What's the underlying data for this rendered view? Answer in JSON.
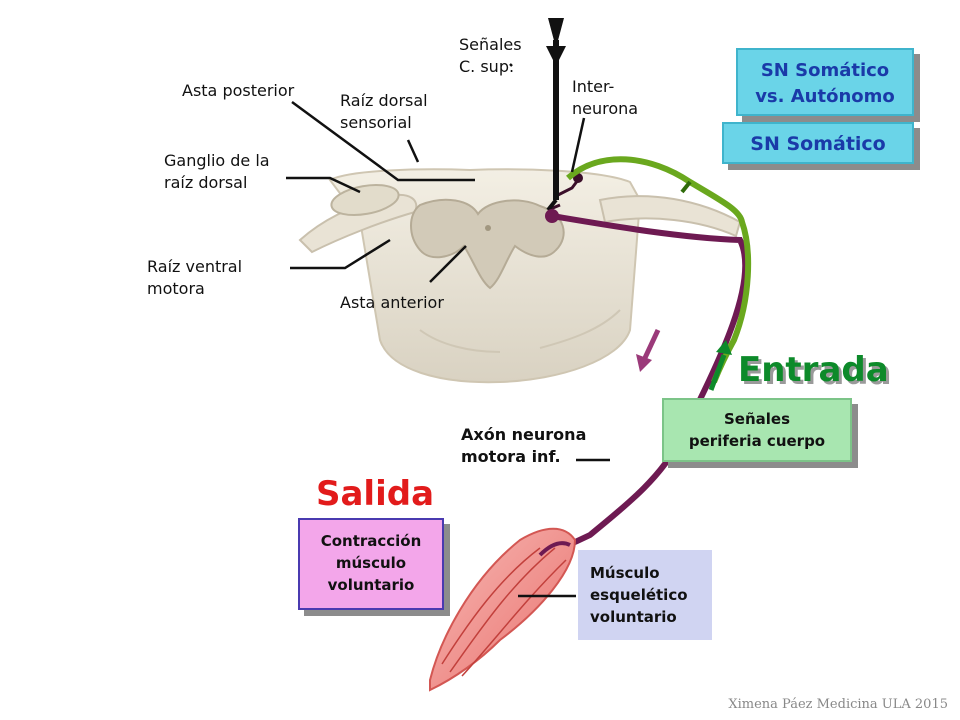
{
  "labels": {
    "senales_csup": "Señales\nC. sup.",
    "interneurona": "Inter-\nneurona",
    "asta_posterior": "Asta posterior",
    "raiz_dorsal": "Raíz dorsal\nsensorial",
    "ganglio": "Ganglio de la\nraíz dorsal",
    "raiz_ventral": "Raíz ventral\nmotora",
    "asta_anterior": "Asta anterior",
    "axon": "Axón neurona\nmotora inf.",
    "entrada": "Entrada",
    "salida": "Salida",
    "credit": "Ximena Páez Medicina ULA 2015"
  },
  "boxes": {
    "sn_somatico_vs": "SN Somático\nvs. Autónomo",
    "sn_somatico": "SN Somático",
    "senales_periferia": "Señales\nperiferia cuerpo",
    "contraccion": "Contracción\nmúsculo\nvoluntario",
    "musculo": "Músculo\nesquelético\nvoluntario"
  },
  "colors": {
    "teal_box": "#6ad4e8",
    "teal_text": "#1a3aa8",
    "green_box": "#a8e6b0",
    "pink_box": "#f3a6ea",
    "lavender_box": "#d0d4f2",
    "entrada_green": "#0d8a2a",
    "salida_red": "#e21b1b",
    "motor_axon": "#6e1a52",
    "sensory_axon": "#6aa81e"
  }
}
